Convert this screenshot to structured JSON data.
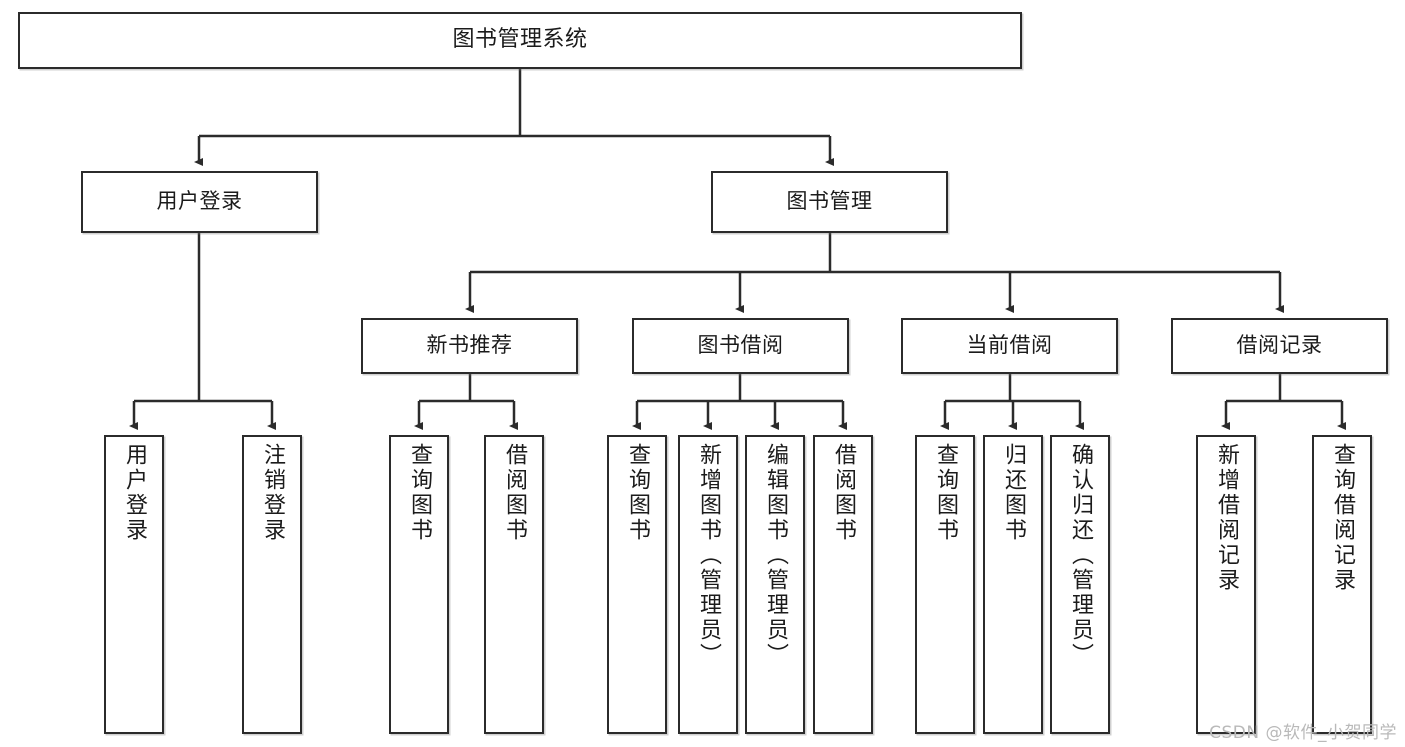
{
  "diagram": {
    "title": "图书管理系统",
    "watermark": "CSDN @软件_小贺同学",
    "line_color": "#2b2b2b",
    "box_fill": "#ffffff",
    "text_color": "#1b1b1b",
    "watermark_color": "#b9b9b9"
  },
  "nodes": {
    "root": {
      "label": "图书管理系统"
    },
    "level2": [
      {
        "label": "用户登录"
      },
      {
        "label": "图书管理"
      }
    ],
    "level3": [
      {
        "label": "新书推荐"
      },
      {
        "label": "图书借阅"
      },
      {
        "label": "当前借阅"
      },
      {
        "label": "借阅记录"
      }
    ],
    "leaves": {
      "user_login": [
        {
          "label": "用户登录"
        },
        {
          "label": "注销登录"
        }
      ],
      "new_book_recommend": [
        {
          "label": "查询图书"
        },
        {
          "label": "借阅图书"
        }
      ],
      "book_borrow": [
        {
          "label": "查询图书"
        },
        {
          "label": "新增图书（管理员）"
        },
        {
          "label": "编辑图书（管理员）"
        },
        {
          "label": "借阅图书"
        }
      ],
      "current_borrow": [
        {
          "label": "查询图书"
        },
        {
          "label": "归还图书"
        },
        {
          "label": "确认归还（管理员）"
        }
      ],
      "borrow_records": [
        {
          "label": "新增借阅记录"
        },
        {
          "label": "查询借阅记录"
        }
      ]
    }
  }
}
